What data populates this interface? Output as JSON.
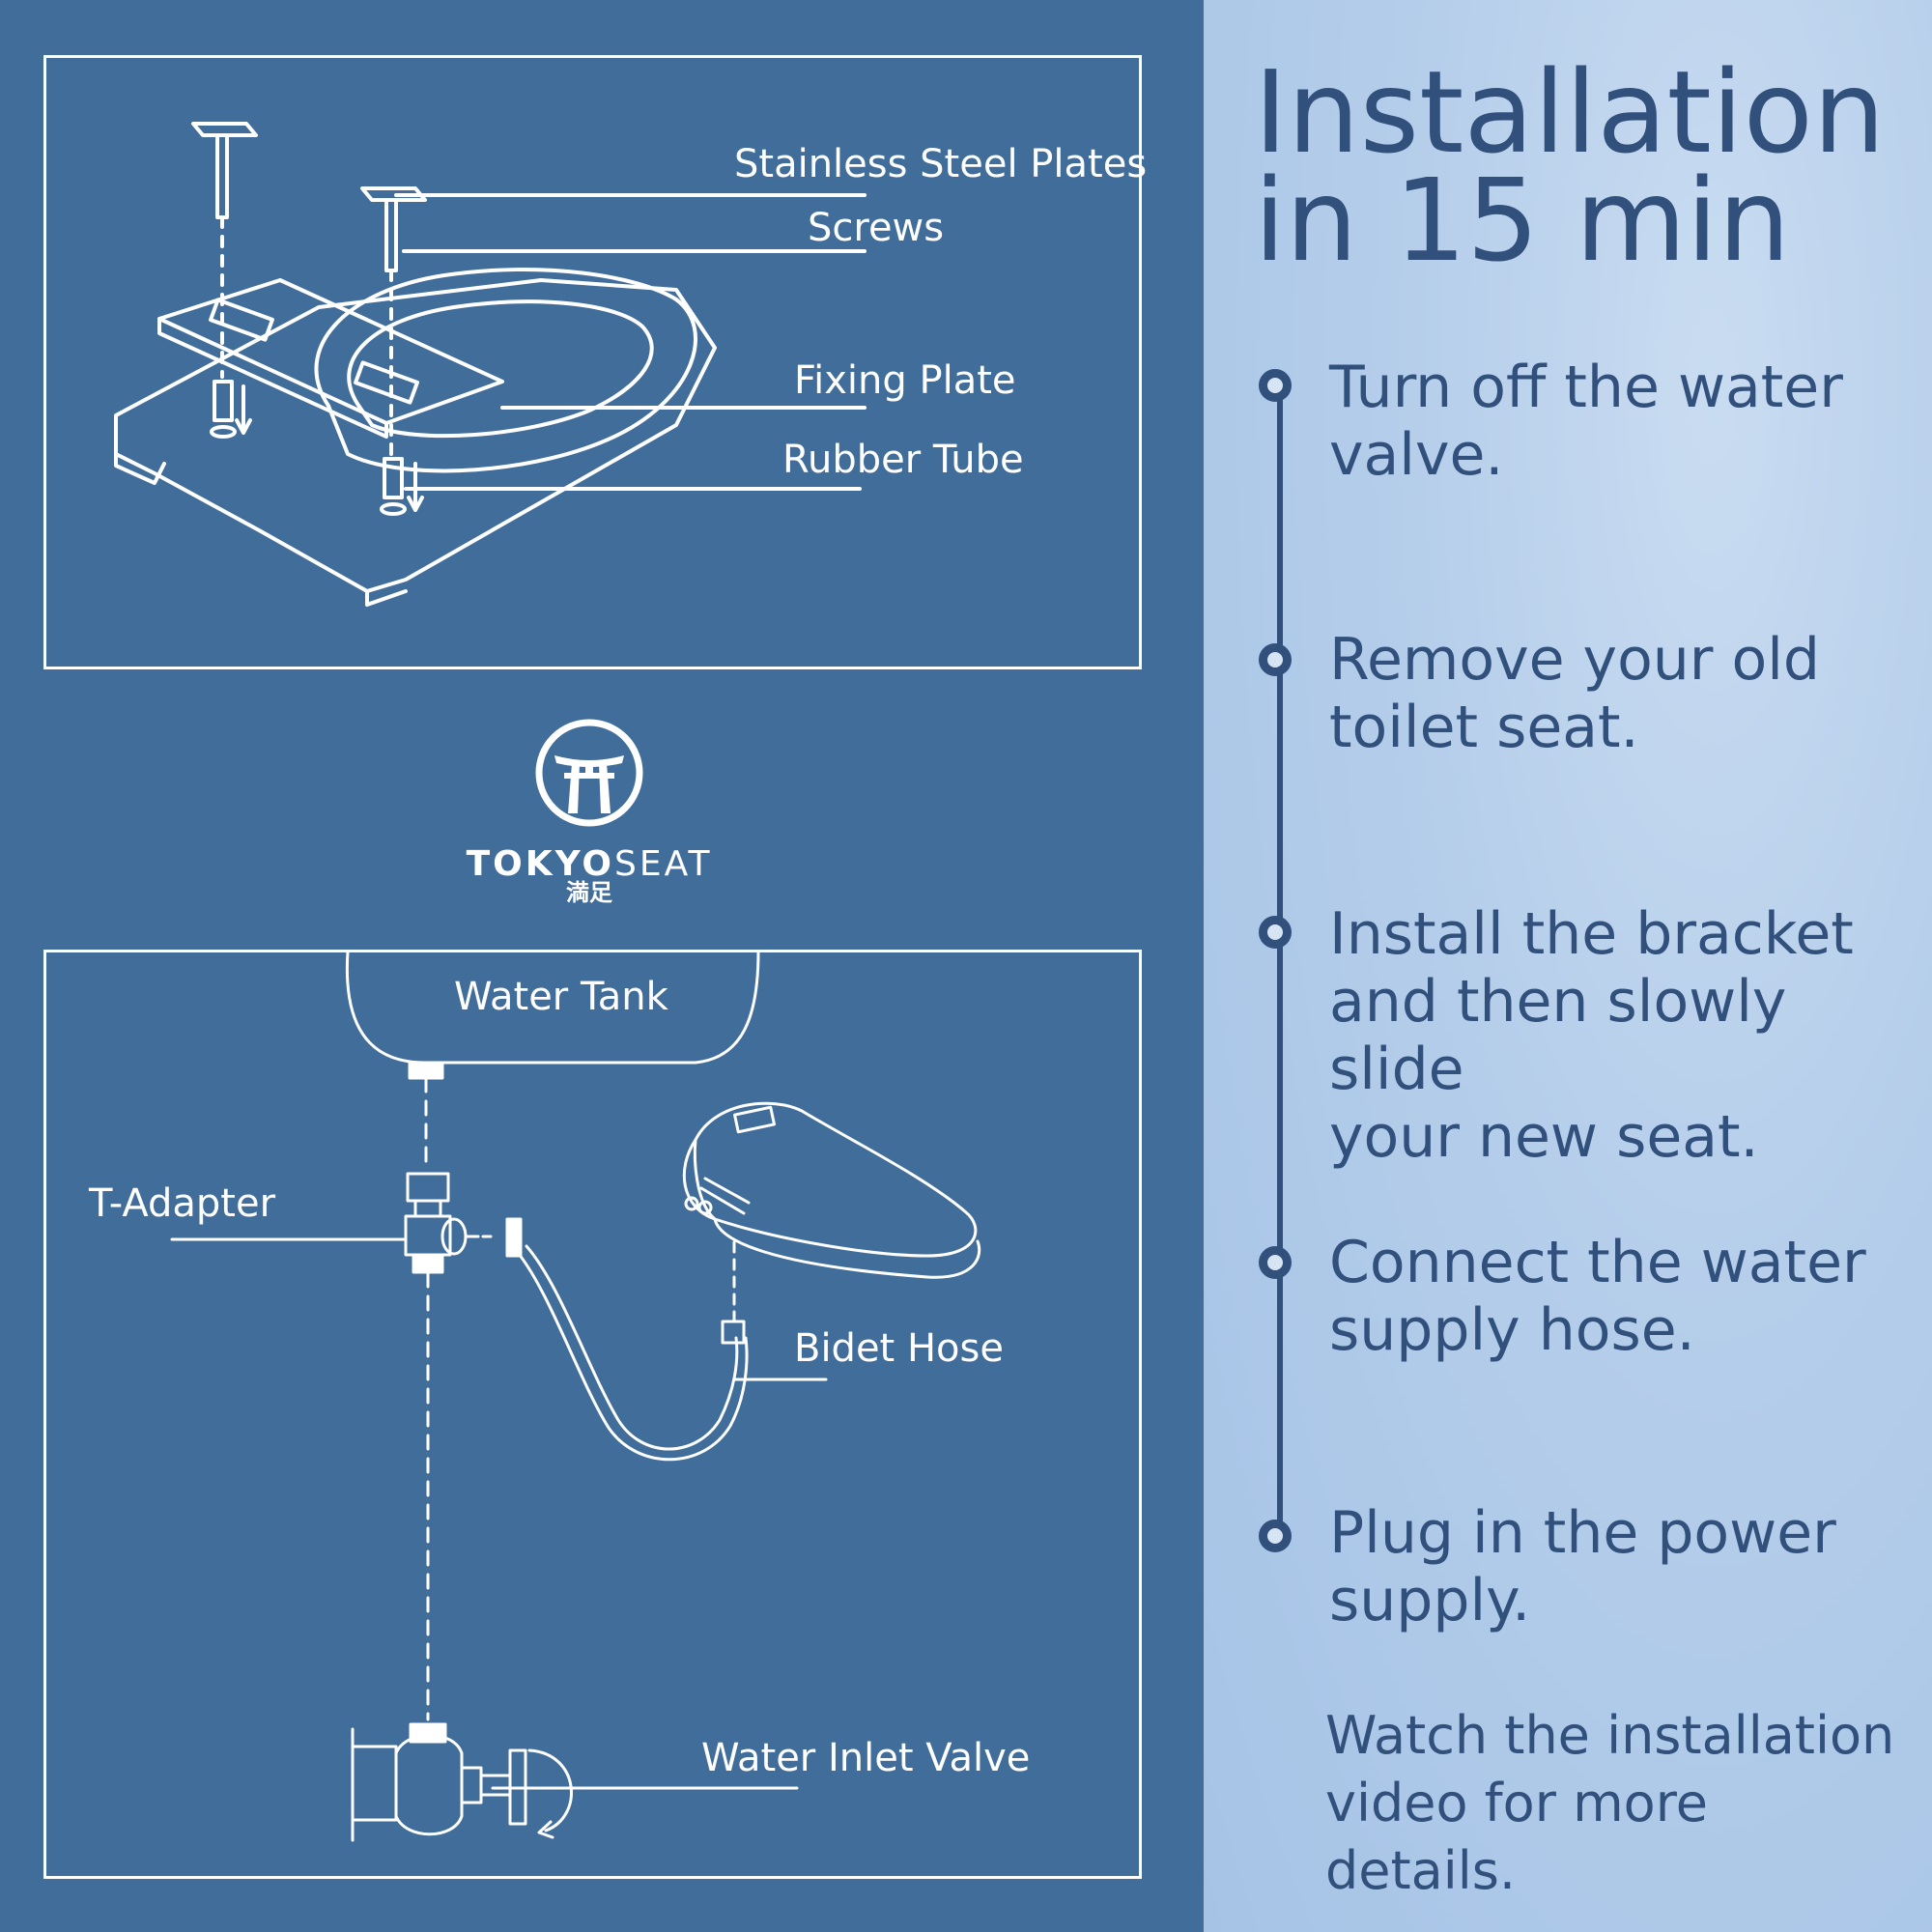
{
  "title": {
    "line1": "Installation",
    "line2": "in 15 min"
  },
  "steps": [
    {
      "line1": "Turn off the water",
      "line2": "valve."
    },
    {
      "line1": "Remove your old",
      "line2": "toilet seat."
    },
    {
      "line1": "Install the bracket",
      "line2": "and then slowly slide",
      "line3": "your new seat."
    },
    {
      "line1": "Connect the water",
      "line2": "supply hose."
    },
    {
      "line1": "Plug in the power",
      "line2": "supply."
    }
  ],
  "footnote": {
    "line1": "Watch the installation",
    "line2": "video for more details."
  },
  "top_diagram": {
    "labels": {
      "plates": "Stainless Steel Plates",
      "screws": "Screws",
      "fixing_plate": "Fixing Plate",
      "rubber_tube": "Rubber Tube"
    }
  },
  "bottom_diagram": {
    "labels": {
      "water_tank": "Water Tank",
      "t_adapter": "T-Adapter",
      "bidet_hose": "Bidet Hose",
      "water_inlet_valve": "Water Inlet Valve"
    }
  },
  "brand": {
    "name_bold": "TOKYO",
    "name_light": "SEAT",
    "subtitle": "満足"
  },
  "colors": {
    "left_bg": "#416d9b",
    "text_dark": "#31507c",
    "line": "#ffffff"
  }
}
